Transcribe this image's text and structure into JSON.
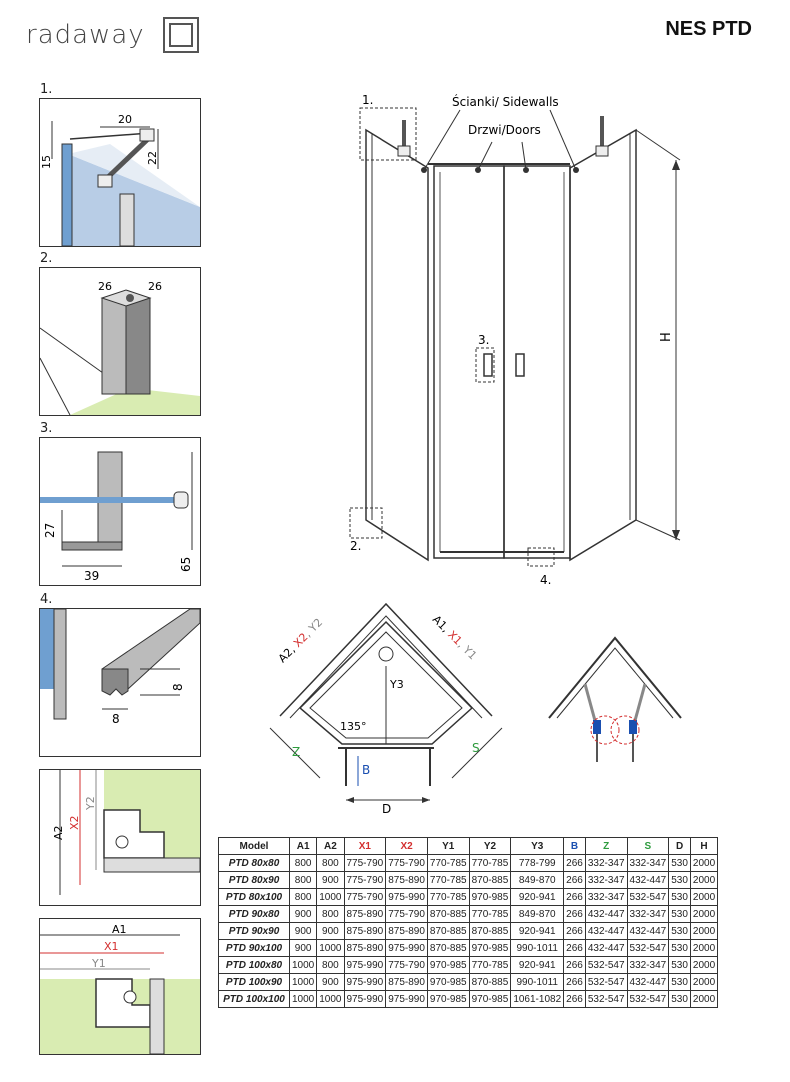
{
  "header": {
    "brand": "radaway",
    "product": "NES PTD"
  },
  "details": {
    "d1": {
      "label": "1.",
      "dims": [
        "20",
        "15",
        "22"
      ]
    },
    "d2": {
      "label": "2.",
      "dims": [
        "26",
        "26"
      ]
    },
    "d3": {
      "label": "3.",
      "dims": [
        "27",
        "39",
        "65"
      ]
    },
    "d4": {
      "label": "4.",
      "dims": [
        "8",
        "8"
      ]
    },
    "d5": {
      "dims": [
        "A2",
        "X2",
        "Y2"
      ]
    },
    "d6": {
      "dims": [
        "A1",
        "X1",
        "Y1"
      ]
    }
  },
  "main": {
    "callout1": "1.",
    "callout2": "2.",
    "callout3": "3.",
    "callout4": "4.",
    "sidewalls": "Ścianki/ Sidewalls",
    "doors": "Drzwi/Doors",
    "height": "H"
  },
  "plan": {
    "left_label_a": "A2, ",
    "left_label_x": "X2",
    "left_label_y": ", Y2",
    "right_label_a": "A1, ",
    "right_label_x": "X1",
    "right_label_y": ", Y1",
    "y3": "Y3",
    "angle": "135°",
    "z": "Z",
    "s": "S",
    "b": "B",
    "d": "D"
  },
  "table": {
    "headers": [
      "Model",
      "A1",
      "A2",
      "X1",
      "X2",
      "Y1",
      "Y2",
      "Y3",
      "B",
      "Z",
      "S",
      "D",
      "H"
    ],
    "rows": [
      [
        "PTD 80x80",
        "800",
        "800",
        "775-790",
        "775-790",
        "770-785",
        "770-785",
        "778-799",
        "266",
        "332-347",
        "332-347",
        "530",
        "2000"
      ],
      [
        "PTD 80x90",
        "800",
        "900",
        "775-790",
        "875-890",
        "770-785",
        "870-885",
        "849-870",
        "266",
        "332-347",
        "432-447",
        "530",
        "2000"
      ],
      [
        "PTD 80x100",
        "800",
        "1000",
        "775-790",
        "975-990",
        "770-785",
        "970-985",
        "920-941",
        "266",
        "332-347",
        "532-547",
        "530",
        "2000"
      ],
      [
        "PTD 90x80",
        "900",
        "800",
        "875-890",
        "775-790",
        "870-885",
        "770-785",
        "849-870",
        "266",
        "432-447",
        "332-347",
        "530",
        "2000"
      ],
      [
        "PTD 90x90",
        "900",
        "900",
        "875-890",
        "875-890",
        "870-885",
        "870-885",
        "920-941",
        "266",
        "432-447",
        "432-447",
        "530",
        "2000"
      ],
      [
        "PTD 90x100",
        "900",
        "1000",
        "875-890",
        "975-990",
        "870-885",
        "970-985",
        "990-1011",
        "266",
        "432-447",
        "532-547",
        "530",
        "2000"
      ],
      [
        "PTD 100x80",
        "1000",
        "800",
        "975-990",
        "775-790",
        "970-985",
        "770-785",
        "920-941",
        "266",
        "532-547",
        "332-347",
        "530",
        "2000"
      ],
      [
        "PTD 100x90",
        "1000",
        "900",
        "975-990",
        "875-890",
        "970-985",
        "870-885",
        "990-1011",
        "266",
        "532-547",
        "432-447",
        "530",
        "2000"
      ],
      [
        "PTD 100x100",
        "1000",
        "1000",
        "975-990",
        "975-990",
        "970-985",
        "970-985",
        "1061-1082",
        "266",
        "532-547",
        "532-547",
        "530",
        "2000"
      ]
    ]
  },
  "colors": {
    "red": "#d32f2f",
    "green": "#2e9b3e",
    "blue": "#1a4fb0",
    "floor": "#d9ecb2",
    "glass": "#6f9fd0"
  }
}
